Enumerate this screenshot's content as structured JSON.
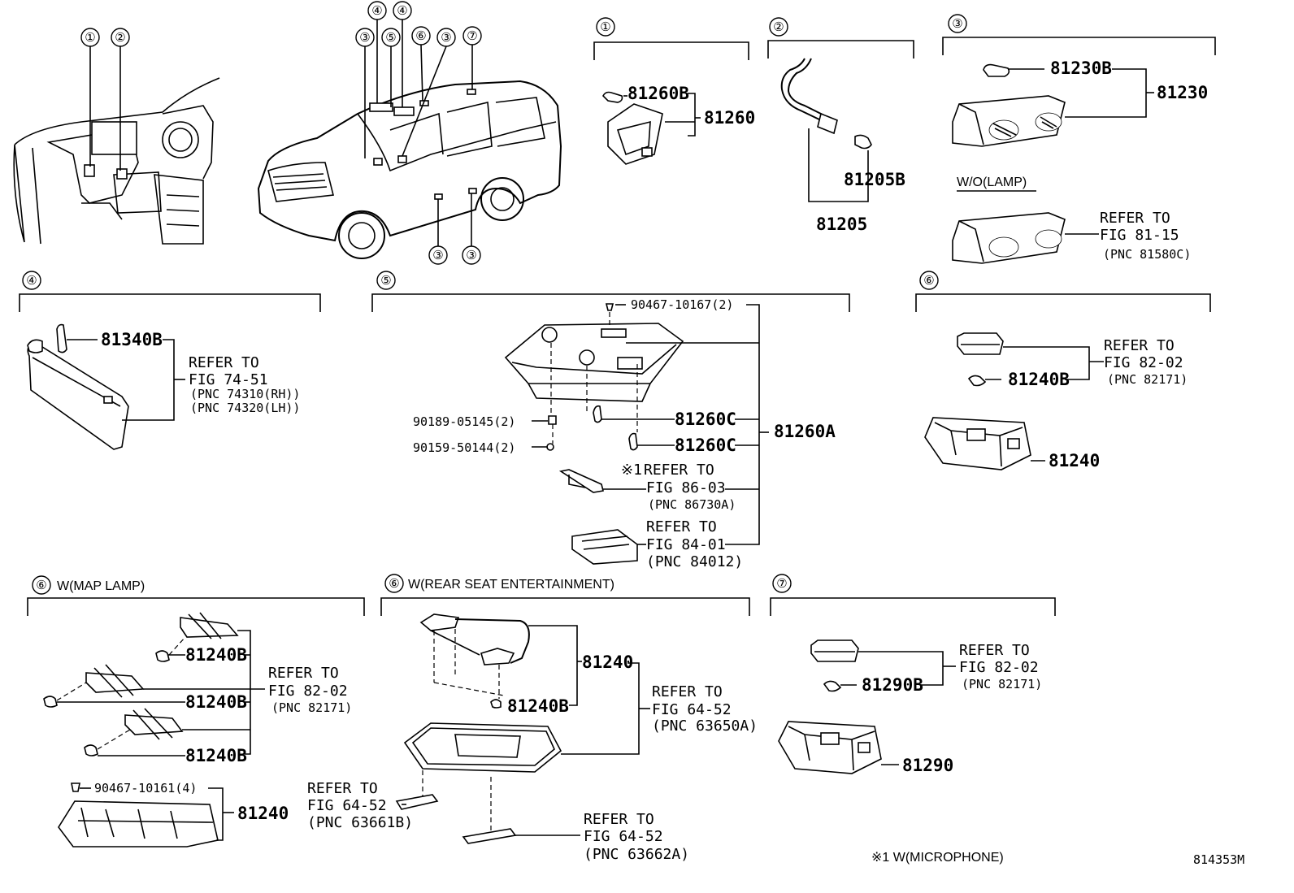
{
  "callouts": [
    "①",
    "②",
    "③",
    "④",
    "⑤",
    "⑥",
    "⑦"
  ],
  "section_labels": {
    "map_lamp": "W(MAP LAMP)",
    "rear_seat": "W(REAR SEAT ENTERTAINMENT)",
    "wo_lamp": "W/O(LAMP)"
  },
  "parts": {
    "p81260B": "81260B",
    "p81260": "81260",
    "p81205B": "81205B",
    "p81205": "81205",
    "p81230B": "81230B",
    "p81230": "81230",
    "p81340B": "81340B",
    "p90467_10167": "90467-10167(2)",
    "p81260C": "81260C",
    "p81260A": "81260A",
    "p90189_05145": "90189-05145(2)",
    "p90159_50144": "90159-50144(2)",
    "p81240B": "81240B",
    "p81240": "81240",
    "p90467_10161": "90467-10161(4)",
    "p81290B": "81290B",
    "p81290": "81290"
  },
  "refs": {
    "refer_to": "REFER TO",
    "fig_81_15": "FIG 81-15",
    "pnc_81580C": "(PNC 81580C)",
    "fig_74_51": "FIG 74-51",
    "pnc_74310": "(PNC 74310(RH))",
    "pnc_74320": "(PNC 74320(LH))",
    "note_mark": "※1",
    "fig_86_03": "FIG 86-03",
    "pnc_86730A": "(PNC 86730A)",
    "fig_84_01": "FIG 84-01",
    "pnc_84012": "(PNC 84012)",
    "fig_82_02": "FIG 82-02",
    "pnc_82171": "(PNC 82171)",
    "fig_64_52": "FIG 64-52",
    "pnc_63650A": "(PNC 63650A)",
    "pnc_63661B": "(PNC 63661B)",
    "pnc_63662A": "(PNC 63662A)"
  },
  "footnote": "※1  W(MICROPHONE)",
  "figure_id": "814353M"
}
